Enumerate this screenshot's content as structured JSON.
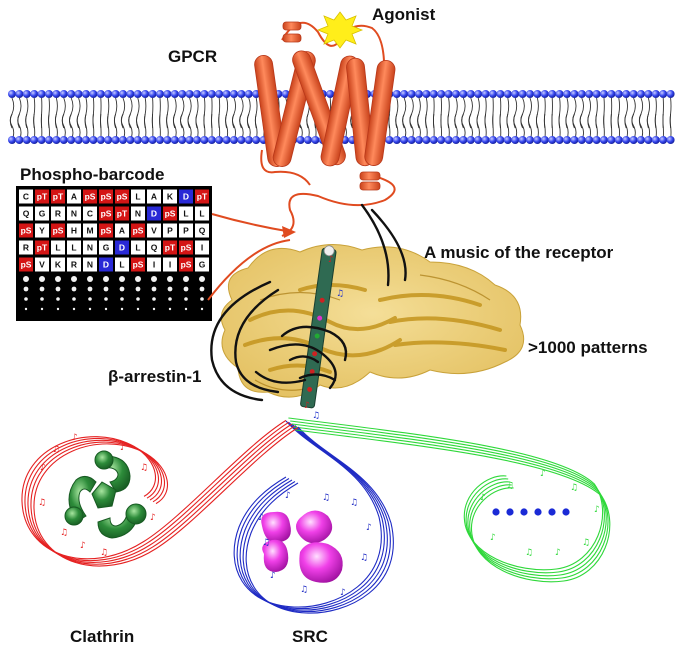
{
  "labels": {
    "gpcr": "GPCR",
    "agonist": "Agonist",
    "barcode_title": "Phospho-barcode",
    "music": "A music of the receptor",
    "patterns": ">1000 patterns",
    "arrestin": "β-arrestin-1",
    "clathrin": "Clathrin",
    "src": "SRC"
  },
  "barcode": {
    "rows": [
      [
        {
          "t": "C",
          "c": "w"
        },
        {
          "t": "pT",
          "c": "r"
        },
        {
          "t": "pT",
          "c": "r"
        },
        {
          "t": "A",
          "c": "w"
        },
        {
          "t": "pS",
          "c": "r"
        },
        {
          "t": "pS",
          "c": "r"
        },
        {
          "t": "pS",
          "c": "r"
        },
        {
          "t": "L",
          "c": "w"
        },
        {
          "t": "A",
          "c": "w"
        },
        {
          "t": "K",
          "c": "w"
        },
        {
          "t": "D",
          "c": "b"
        },
        {
          "t": "pT",
          "c": "r"
        }
      ],
      [
        {
          "t": "Q",
          "c": "w"
        },
        {
          "t": "G",
          "c": "w"
        },
        {
          "t": "R",
          "c": "w"
        },
        {
          "t": "N",
          "c": "w"
        },
        {
          "t": "C",
          "c": "w"
        },
        {
          "t": "pS",
          "c": "r"
        },
        {
          "t": "pT",
          "c": "r"
        },
        {
          "t": "N",
          "c": "w"
        },
        {
          "t": "D",
          "c": "b"
        },
        {
          "t": "pS",
          "c": "r"
        },
        {
          "t": "L",
          "c": "w"
        },
        {
          "t": "L",
          "c": "w"
        }
      ],
      [
        {
          "t": "pS",
          "c": "r"
        },
        {
          "t": "Y",
          "c": "w"
        },
        {
          "t": "pS",
          "c": "r"
        },
        {
          "t": "H",
          "c": "w"
        },
        {
          "t": "M",
          "c": "w"
        },
        {
          "t": "pS",
          "c": "r"
        },
        {
          "t": "A",
          "c": "w"
        },
        {
          "t": "pS",
          "c": "r"
        },
        {
          "t": "V",
          "c": "w"
        },
        {
          "t": "P",
          "c": "w"
        },
        {
          "t": "P",
          "c": "w"
        },
        {
          "t": "Q",
          "c": "w"
        }
      ],
      [
        {
          "t": "R",
          "c": "w"
        },
        {
          "t": "pT",
          "c": "r"
        },
        {
          "t": "L",
          "c": "w"
        },
        {
          "t": "L",
          "c": "w"
        },
        {
          "t": "N",
          "c": "w"
        },
        {
          "t": "G",
          "c": "w"
        },
        {
          "t": "D",
          "c": "b"
        },
        {
          "t": "L",
          "c": "w"
        },
        {
          "t": "Q",
          "c": "w"
        },
        {
          "t": "pT",
          "c": "r"
        },
        {
          "t": "pS",
          "c": "r"
        },
        {
          "t": "I",
          "c": "w"
        }
      ],
      [
        {
          "t": "pS",
          "c": "r"
        },
        {
          "t": "V",
          "c": "w"
        },
        {
          "t": "K",
          "c": "w"
        },
        {
          "t": "R",
          "c": "w"
        },
        {
          "t": "N",
          "c": "w"
        },
        {
          "t": "D",
          "c": "b"
        },
        {
          "t": "L",
          "c": "w"
        },
        {
          "t": "pS",
          "c": "r"
        },
        {
          "t": "I",
          "c": "w"
        },
        {
          "t": "I",
          "c": "w"
        },
        {
          "t": "pS",
          "c": "r"
        },
        {
          "t": "G",
          "c": "w"
        }
      ]
    ],
    "dot_rows": 4,
    "dot_cols": 12
  },
  "colors": {
    "receptor": "#f26b3a",
    "receptor_dark": "#d8471f",
    "lipid_head": "#2f3fe0",
    "arrestin": "#e8c456",
    "agonist": "#ffee1a",
    "clathrin": "#2d8c3a",
    "src": "#ee2ee0",
    "red_line": "#e52222",
    "blue_line": "#1f2bc4",
    "green_line": "#2fd83a",
    "barcode_red": "#d41515",
    "barcode_blue": "#2929d6"
  }
}
